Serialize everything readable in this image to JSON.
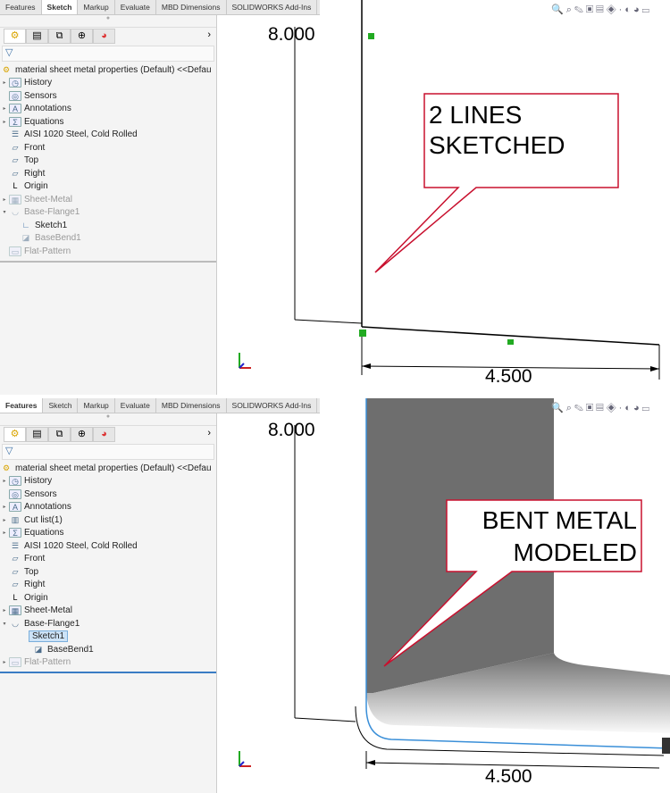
{
  "top": {
    "tabs": [
      {
        "label": "Features"
      },
      {
        "label": "Sketch"
      },
      {
        "label": "Markup"
      },
      {
        "label": "Evaluate"
      },
      {
        "label": "MBD Dimensions"
      },
      {
        "label": "SOLIDWORKS Add-Ins"
      }
    ],
    "active_tab": "Sketch",
    "tree": {
      "root": "material sheet metal properties (Default) <<Defau",
      "items": [
        {
          "label": "History",
          "icon": "history-folder-icon"
        },
        {
          "label": "Sensors",
          "icon": "sensor-folder-icon"
        },
        {
          "label": "Annotations",
          "icon": "annotations-folder-icon"
        },
        {
          "label": "Equations",
          "icon": "equations-folder-icon"
        },
        {
          "label": "AISI 1020 Steel, Cold Rolled",
          "icon": "material-icon"
        },
        {
          "label": "Front",
          "icon": "plane-icon"
        },
        {
          "label": "Top",
          "icon": "plane-icon"
        },
        {
          "label": "Right",
          "icon": "plane-icon"
        },
        {
          "label": "Origin",
          "icon": "origin-icon"
        },
        {
          "label": "Sheet-Metal",
          "icon": "sheet-metal-icon"
        },
        {
          "label": "Base-Flange1",
          "icon": "base-flange-icon"
        },
        {
          "label": "Sketch1",
          "icon": "sketch-icon"
        },
        {
          "label": "BaseBend1",
          "icon": "bend-icon"
        },
        {
          "label": "Flat-Pattern",
          "icon": "flat-pattern-icon"
        }
      ]
    },
    "dim_vertical": "8.000",
    "dim_horizontal": "4.500",
    "callout": [
      "2 LINES",
      "SKETCHED"
    ]
  },
  "bottom": {
    "tabs": [
      {
        "label": "Features"
      },
      {
        "label": "Sketch"
      },
      {
        "label": "Markup"
      },
      {
        "label": "Evaluate"
      },
      {
        "label": "MBD Dimensions"
      },
      {
        "label": "SOLIDWORKS Add-Ins"
      }
    ],
    "active_tab": "Features",
    "tree": {
      "root": "material sheet metal properties (Default) <<Defau",
      "items": [
        {
          "label": "History"
        },
        {
          "label": "Sensors"
        },
        {
          "label": "Annotations"
        },
        {
          "label": "Cut list(1)"
        },
        {
          "label": "Equations"
        },
        {
          "label": "AISI 1020 Steel, Cold Rolled"
        },
        {
          "label": "Front"
        },
        {
          "label": "Top"
        },
        {
          "label": "Right"
        },
        {
          "label": "Origin"
        },
        {
          "label": "Sheet-Metal"
        },
        {
          "label": "Base-Flange1"
        },
        {
          "label": "Sketch1"
        },
        {
          "label": "BaseBend1"
        },
        {
          "label": "Flat-Pattern"
        }
      ]
    },
    "dim_vertical": "8.000",
    "dim_horizontal": "4.500",
    "callout": [
      "BENT METAL",
      "MODELED"
    ]
  },
  "colors": {
    "callout_border": "#c8102e",
    "selection": "#cde3f7",
    "model_face": "#6e6e6e",
    "edge_highlight": "#3a8fd8",
    "sketch_point": "#22aa22"
  }
}
